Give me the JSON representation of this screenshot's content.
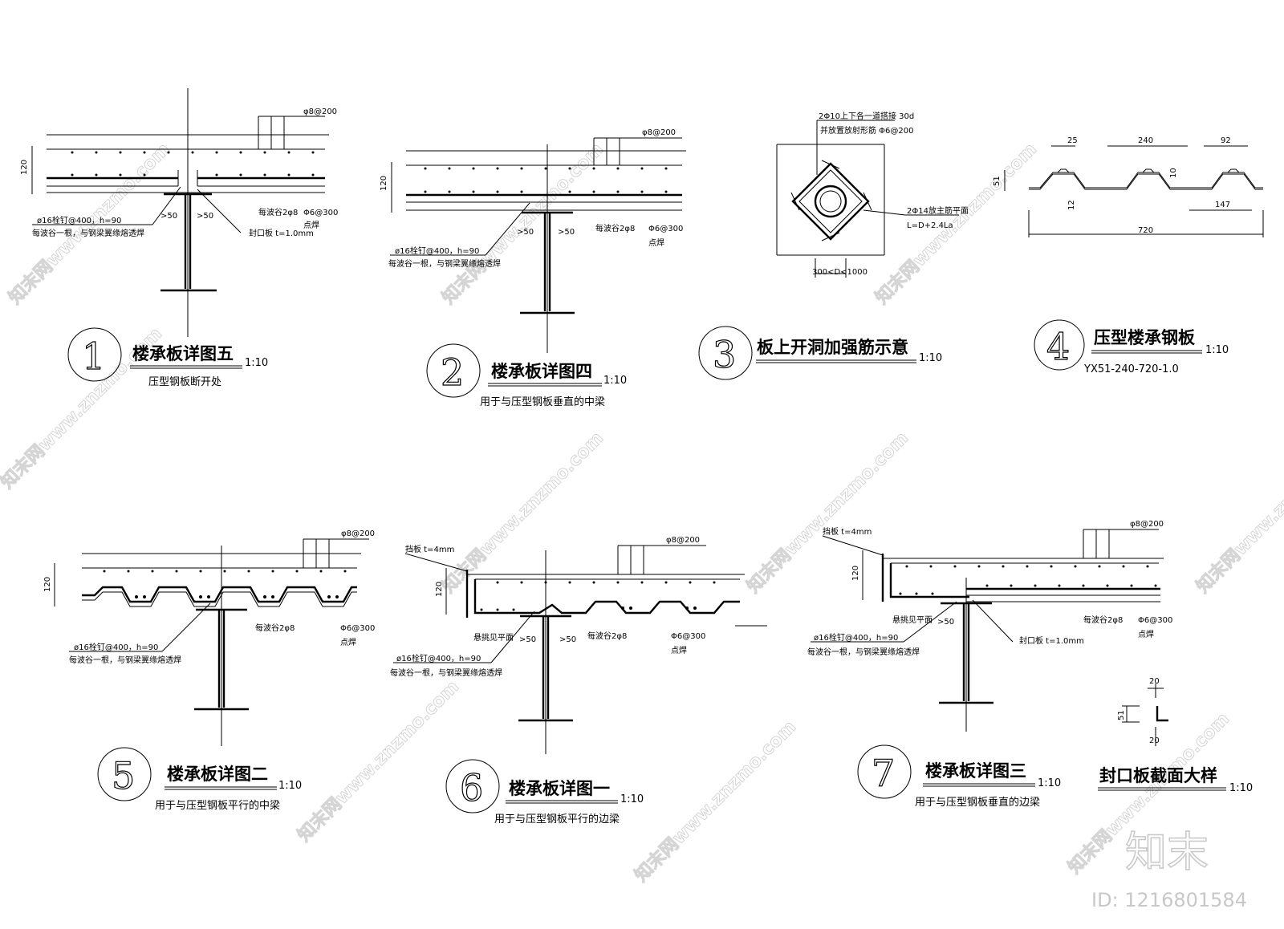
{
  "watermark": {
    "text": "知末网www.znzmo.com",
    "brand": "知末",
    "id": "ID: 1216801584"
  },
  "details": [
    {
      "num": "1",
      "title": "楼承板详图五",
      "scale": "1:10",
      "sub": "压型钢板断开处",
      "notes": {
        "top": "φ8@200",
        "h": "120",
        "gap1": ">50",
        "gap2": ">50",
        "valley": "每波谷2φ8",
        "stirrup": "Φ6@300",
        "weld": "点焊",
        "stud": "ø16栓钉@400，h=90",
        "stud2": "每波谷一根，与钢梁翼缘熔透焊",
        "plate": "封口板 t=1.0mm"
      }
    },
    {
      "num": "2",
      "title": "楼承板详图四",
      "scale": "1:10",
      "sub": "用于与压型钢板垂直的中梁",
      "notes": {
        "top": "φ8@200",
        "h": "120",
        "gap1": ">50",
        "gap2": ">50",
        "valley": "每波谷2φ8",
        "stirrup": "Φ6@300",
        "weld": "点焊",
        "stud": "ø16栓钉@400，h=90",
        "stud2": "每波谷一根，与钢梁翼缘熔透焊"
      }
    },
    {
      "num": "3",
      "title": "板上开洞加强筋示意",
      "scale": "1:10",
      "notes": {
        "a": "2Φ10上下各一道搭接 30d",
        "b": "并放置放射形筋 Φ6@200",
        "c": "2Φ14放主筋平面",
        "d": "L=D+2.4La",
        "e": "300<D<1000"
      }
    },
    {
      "num": "4",
      "title": "压型楼承钢板",
      "scale": "1:10",
      "sub": "YX51-240-720-1.0",
      "notes": {
        "d25": "25",
        "d240": "240",
        "d92": "92",
        "d51": "51",
        "d10": "10",
        "d12": "12",
        "d147": "147",
        "d720": "720"
      }
    },
    {
      "num": "5",
      "title": "楼承板详图二",
      "scale": "1:10",
      "sub": "用于与压型钢板平行的中梁",
      "notes": {
        "top": "φ8@200",
        "h": "120",
        "valley": "每波谷2φ8",
        "stirrup": "Φ6@300",
        "weld": "点焊",
        "stud": "ø16栓钉@400，h=90",
        "stud2": "每波谷一根，与钢梁翼缘熔透焊"
      }
    },
    {
      "num": "6",
      "title": "楼承板详图一",
      "scale": "1:10",
      "sub": "用于与压型钢板平行的边梁",
      "notes": {
        "top": "φ8@200",
        "h": "120",
        "baffle": "挡板 t=4mm",
        "cant": "悬挑见平面",
        "gap1": ">50",
        "gap2": ">50",
        "valley": "每波谷2φ8",
        "stirrup": "Φ6@300",
        "weld": "点焊",
        "stud": "ø16栓钉@400，h=90",
        "stud2": "每波谷一根，与钢梁翼缘熔透焊"
      }
    },
    {
      "num": "7",
      "title": "楼承板详图三",
      "scale": "1:10",
      "sub": "用于与压型钢板垂直的边梁",
      "notes": {
        "top": "φ8@200",
        "h": "120",
        "baffle": "挡板 t=4mm",
        "cant": "悬挑见平面",
        "gap": ">50",
        "valley": "每波谷2φ8",
        "stirrup": "Φ6@300",
        "weld": "点焊",
        "stud": "ø16栓钉@400，h=90",
        "stud2": "每波谷一根，与钢梁翼缘熔透焊",
        "plate": "封口板 t=1.0mm"
      }
    },
    {
      "title": "封口板截面大样",
      "scale": "1:10",
      "notes": {
        "d20a": "20",
        "d51": "51",
        "d20b": "20"
      }
    }
  ]
}
